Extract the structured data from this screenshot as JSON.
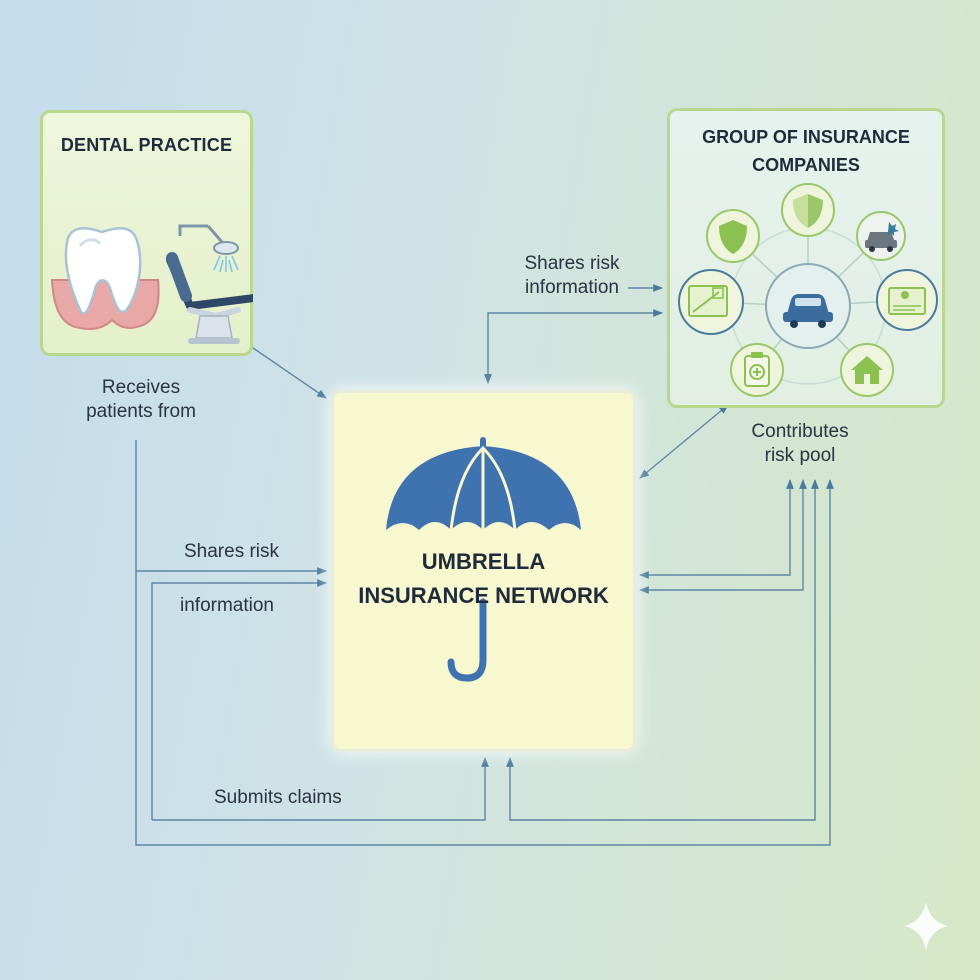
{
  "nodes": {
    "dental_practice": "DENTAL PRACTICE",
    "insurance_group": "GROUP OF INSURANCE\nCOMPANIES",
    "umbrella_network": "UMBRELLA\nINSURANCE NETWORK"
  },
  "labels": {
    "receives_patients": "Receives\npatients from",
    "shares_risk_top": "Shares risk\ninformation",
    "contributes_risk_pool": "Contributes\nrisk pool",
    "shares_risk_left_1": "Shares risk",
    "shares_risk_left_2": "information",
    "submits_claims": "Submits claims"
  },
  "icons": [
    "tooth-icon",
    "dental-chair-icon",
    "umbrella-icon",
    "car-icon",
    "shield-icon",
    "house-icon",
    "medical-kit-icon",
    "document-icon"
  ],
  "colors": {
    "connector": "#4a7a9c",
    "umbrella_blue": "#3f73b0",
    "icon_green": "#8cc050",
    "border_green": "#b9d78e",
    "umbrella_bg": "#f8f8d0"
  }
}
